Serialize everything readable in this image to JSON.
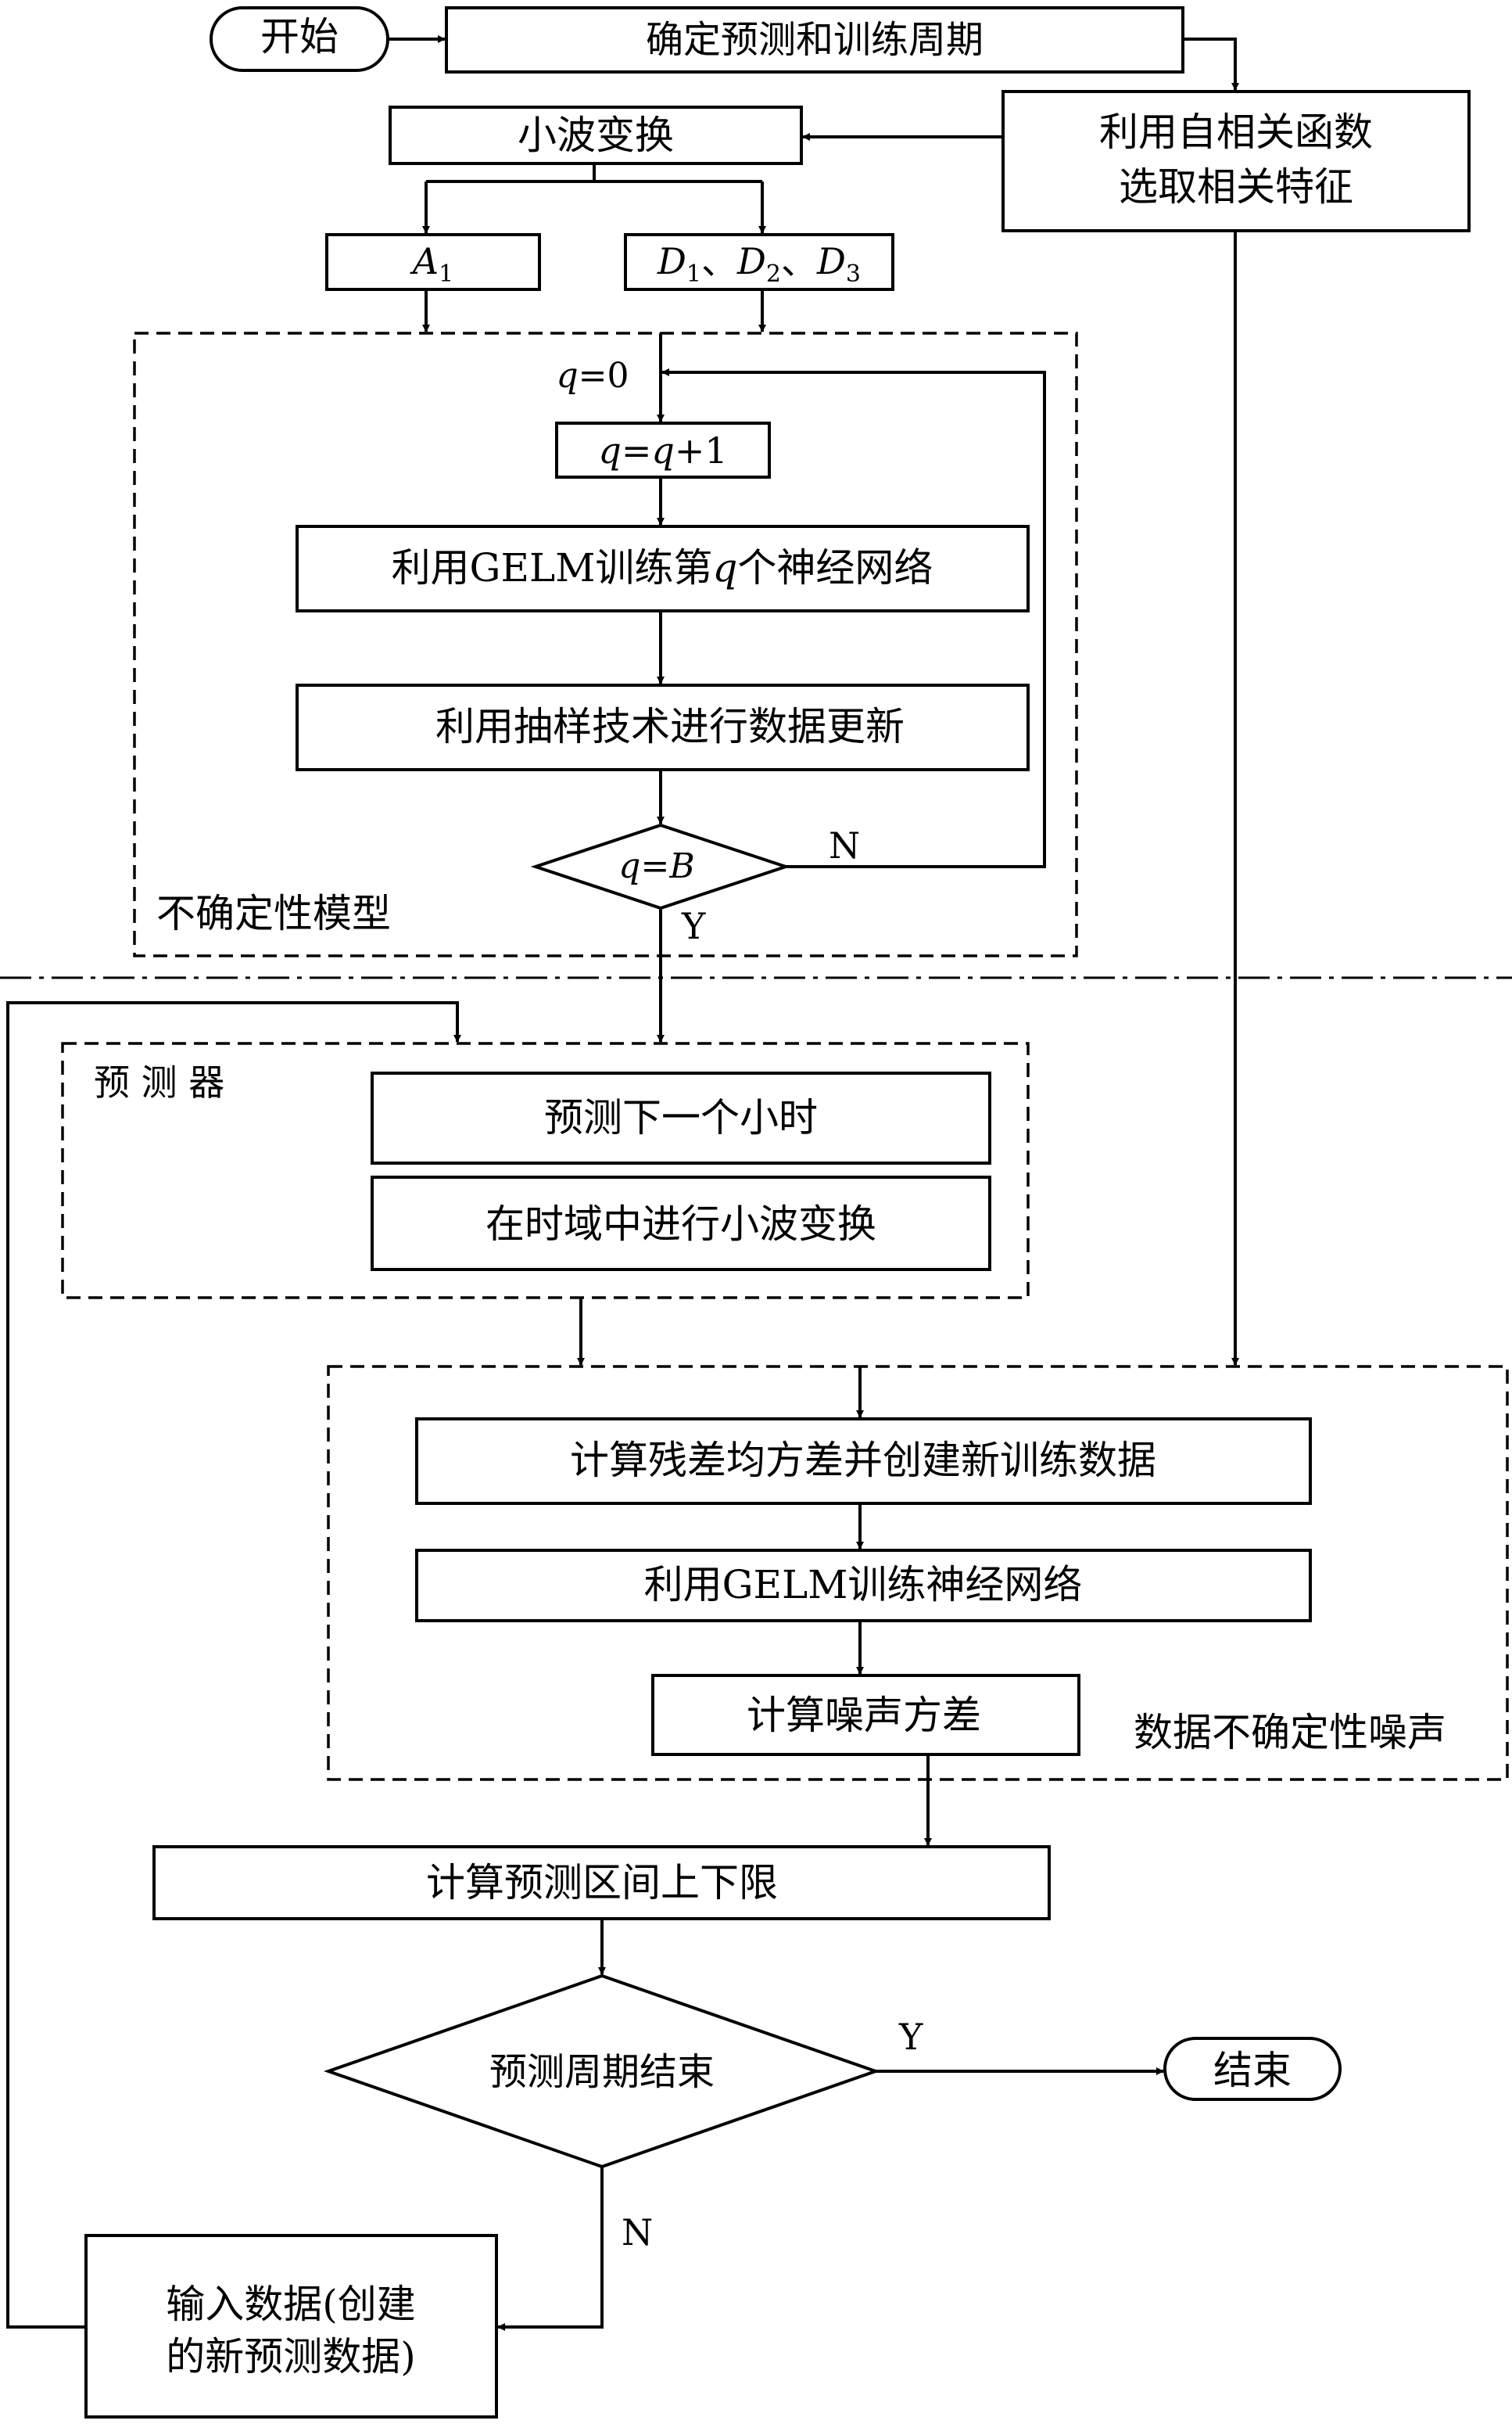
{
  "nodes": {
    "start": "开始",
    "determine_period": "确定预测和训练周期",
    "wavelet": "小波变换",
    "autocorr_line1": "利用自相关函数",
    "autocorr_line2": "选取相关特征",
    "a1_letter": "A",
    "a1_sub": "1",
    "d_letter": "D",
    "d_sep": "、",
    "d1_sub": "1",
    "d2_sub": "2",
    "d3_sub": "3",
    "q_init_var": "q",
    "q_init_rest": "=0",
    "q_inc_var1": "q",
    "q_inc_eq": "=",
    "q_inc_var2": "q",
    "q_inc_rest": "+1",
    "train_gelm_pre": "利用GELM训练第",
    "train_gelm_var": "q",
    "train_gelm_post": "个神经网络",
    "sampling": "利用抽样技术进行数据更新",
    "decision_var1": "q",
    "decision_eq": "=",
    "decision_var2": "B",
    "uncertainty_model": "不确定性模型",
    "predictor_label": "预 测 器",
    "predict_next_hour": "预测下一个小时",
    "time_domain_wavelet": "在时域中进行小波变换",
    "compute_residual": "计算残差均方差并创建新训练数据",
    "train_gelm_nn": "利用GELM训练神经网络",
    "compute_noise": "计算噪声方差",
    "noise_label": "数据不确定性噪声",
    "compute_bounds": "计算预测区间上下限",
    "period_end": "预测周期结束",
    "end": "结束",
    "input_line1": "输入数据(创建",
    "input_line2": "的新预测数据)"
  },
  "edge_labels": {
    "loop_no": "N",
    "loop_yes": "Y",
    "end_yes": "Y",
    "end_no": "N"
  },
  "colors": {
    "stroke": "#000000",
    "background": "#ffffff"
  }
}
